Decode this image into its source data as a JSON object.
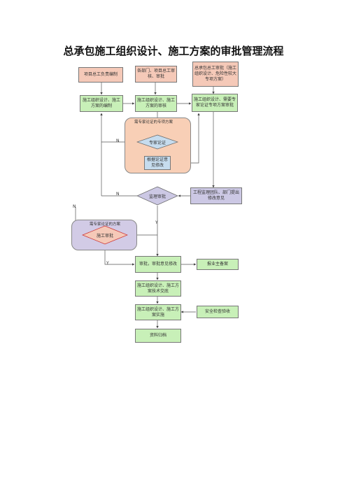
{
  "title": "总承包施工组织设计、施工方案的审批管理流程",
  "boxes": {
    "proj_eng_prepare": "项目总工负责编制",
    "dept_review": "各部门、项目总工审核、审批",
    "hq_review": "总承包总工审批（施工组织设计、危险性较大专项方案）",
    "prep_org_design": "施工组织设计、施工方案的编制",
    "review_org_design": "施工组织设计、施工方案的审核",
    "submit_special": "施工组织设计、需要专家论证专项方案审批",
    "expert_opinion_fix": "根据论证意见修改",
    "supervision_opinion": "工程监理团队、部门提出修改意见",
    "approve_opinion": "审批，审批意见修改",
    "report_to_owner": "报业主备案",
    "org_design_briefing": "施工组织设计、施工方案技术交底",
    "org_design_implement": "施工组织设计、施工方案实施",
    "safety_check": "安全检查验收",
    "archive": "资料归档"
  },
  "regions": {
    "expert_region": "需专家论证的专项方案",
    "subcontract_region": "需专家论证的方案"
  },
  "decisions": {
    "expert_review": "专家论证",
    "supervision_review": "监理审批",
    "contractor_review": "施工审批"
  },
  "labels": {
    "n1": "N",
    "n2": "N",
    "n3": "N",
    "y1": "Y",
    "y2": "Y"
  }
}
